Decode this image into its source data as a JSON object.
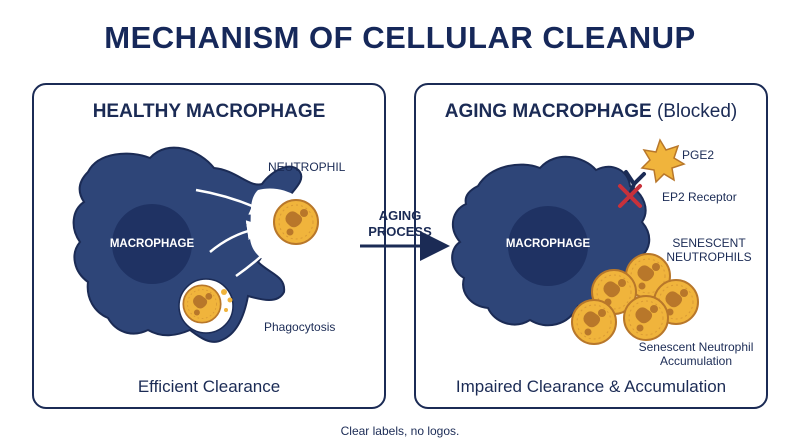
{
  "title": "MECHANISM OF CELLULAR CLEANUP",
  "left_panel": {
    "heading": "HEALTHY MACROPHAGE",
    "cell_label": "MACROPHAGE",
    "neutrophil_label": "NEUTROPHIL",
    "phagocytosis_label": "Phagocytosis",
    "caption": "Efficient Clearance"
  },
  "transition": {
    "line1": "AGING",
    "line2": "PROCESS"
  },
  "right_panel": {
    "heading_bold": "AGING MACROPHAGE",
    "heading_light": " (Blocked)",
    "cell_label": "MACROPHAGE",
    "pge2_label": "PGE2",
    "receptor_label": "EP2 Receptor",
    "senescent_line1": "SENESCENT",
    "senescent_line2": "NEUTROPHILS",
    "accum_line1": "Senescent Neutrophil",
    "accum_line2": "Accumulation",
    "caption": "Impaired Clearance & Accumulation"
  },
  "footer": "Clear labels, no logos.",
  "colors": {
    "navy": "#1b2b55",
    "macrophage_body": "#2e4578",
    "nucleus": "#1f3263",
    "neutrophil_fill": "#f0b43c",
    "neutrophil_nucleus": "#b8772a",
    "blocked_x": "#c8313b"
  }
}
